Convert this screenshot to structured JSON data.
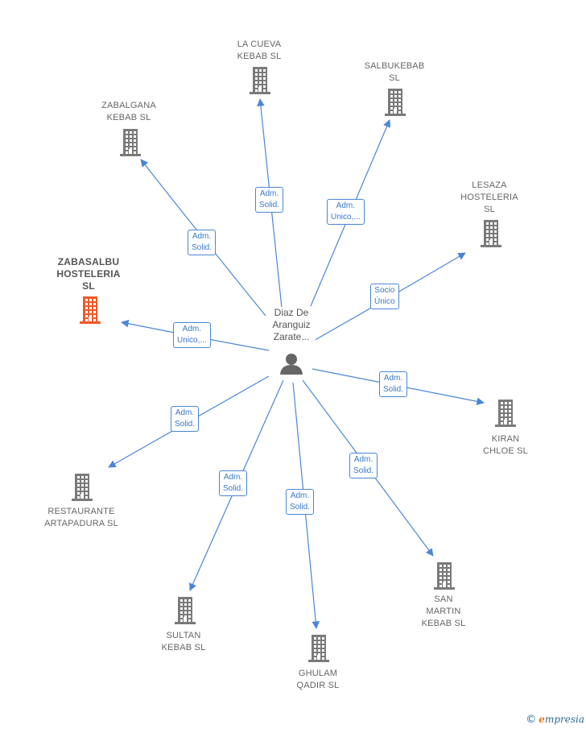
{
  "person": {
    "label": "Diaz De\nAranguiz\nZarate...",
    "icon": "person-icon"
  },
  "companies": [
    {
      "id": "la-cueva",
      "name": "LA CUEVA\nKEBAB SL",
      "icon": "building-icon",
      "color": "#7a7a7a"
    },
    {
      "id": "salbukebab",
      "name": "SALBUKEBAB\nSL",
      "icon": "building-icon",
      "color": "#7a7a7a"
    },
    {
      "id": "zabalgana",
      "name": "ZABALGANA\nKEBAB SL",
      "icon": "building-icon",
      "color": "#7a7a7a"
    },
    {
      "id": "lesaza",
      "name": "LESAZA\nHOSTELERIA\nSL",
      "icon": "building-icon",
      "color": "#7a7a7a"
    },
    {
      "id": "zabasalbu",
      "name": "ZABASALBU\nHOSTELERIA\nSL",
      "icon": "building-icon",
      "color": "#f05a28",
      "highlight": true
    },
    {
      "id": "kiran",
      "name": "KIRAN\nCHLOE SL",
      "icon": "building-icon",
      "color": "#7a7a7a"
    },
    {
      "id": "restaurante",
      "name": "RESTAURANTE\nARTAPADURA SL",
      "icon": "building-icon",
      "color": "#7a7a7a"
    },
    {
      "id": "san-martin",
      "name": "SAN\nMARTIN\nKEBAB SL",
      "icon": "building-icon",
      "color": "#7a7a7a"
    },
    {
      "id": "sultan",
      "name": "SULTAN\nKEBAB SL",
      "icon": "building-icon",
      "color": "#7a7a7a"
    },
    {
      "id": "ghulam",
      "name": "GHULAM\nQADIR SL",
      "icon": "building-icon",
      "color": "#7a7a7a"
    }
  ],
  "relations": [
    {
      "to": "la-cueva",
      "role": "Adm.\nSolid."
    },
    {
      "to": "salbukebab",
      "role": "Adm.\nUnico,..."
    },
    {
      "to": "zabalgana",
      "role": "Adm.\nSolid."
    },
    {
      "to": "lesaza",
      "role": "Socio\nÚnico"
    },
    {
      "to": "zabasalbu",
      "role": "Adm.\nUnico,..."
    },
    {
      "to": "kiran",
      "role": "Adm.\nSolid."
    },
    {
      "to": "restaurante",
      "role": "Adm.\nSolid."
    },
    {
      "to": "san-martin",
      "role": "Adm.\nSolid."
    },
    {
      "to": "sultan",
      "role": "Adm.\nSolid."
    },
    {
      "to": "ghulam",
      "role": "Adm.\nSolid."
    }
  ],
  "brand": {
    "copyright": "©",
    "first": "e",
    "rest": "mpresia"
  },
  "colors": {
    "edge": "#4a86d6",
    "building": "#7a7a7a",
    "highlight": "#f05a28",
    "person": "#666666"
  }
}
